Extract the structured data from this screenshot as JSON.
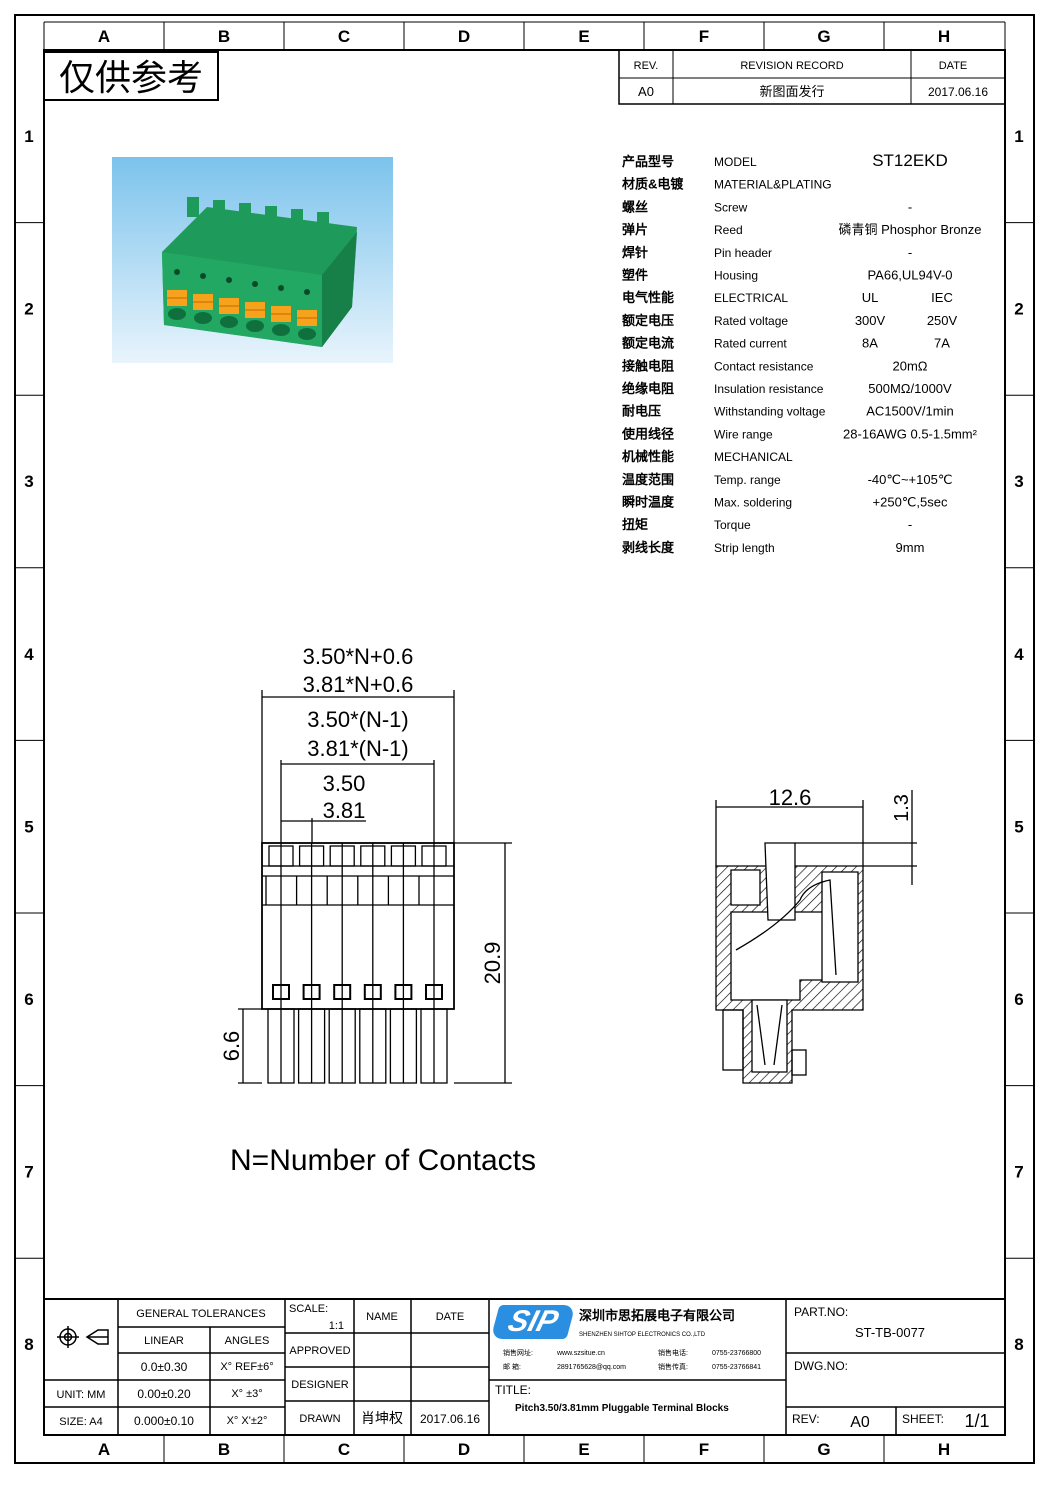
{
  "stamp": "仅供参考",
  "grid": {
    "columns": [
      "A",
      "B",
      "C",
      "D",
      "E",
      "F",
      "G",
      "H"
    ],
    "rows": [
      "1",
      "2",
      "3",
      "4",
      "5",
      "6",
      "7",
      "8"
    ]
  },
  "revision": {
    "headers": {
      "rev": "REV.",
      "record": "REVISION RECORD",
      "date": "DATE"
    },
    "entries": [
      {
        "rev": "A0",
        "record": "新图面发行",
        "date": "2017.06.16"
      }
    ]
  },
  "specs": [
    {
      "cn": "产品型号",
      "en": "MODEL",
      "value": "ST12EKD"
    },
    {
      "cn": "材质&电镀",
      "en": "MATERIAL&PLATING",
      "value": ""
    },
    {
      "cn": "螺丝",
      "en": "Screw",
      "value": "-"
    },
    {
      "cn": "弹片",
      "en": "Reed",
      "value": "磷青铜 Phosphor Bronze"
    },
    {
      "cn": "焊针",
      "en": "Pin header",
      "value": "-"
    },
    {
      "cn": "塑件",
      "en": "Housing",
      "value": "PA66,UL94V-0"
    },
    {
      "cn": "电气性能",
      "en": "ELECTRICAL",
      "ul": "UL",
      "iec": "IEC"
    },
    {
      "cn": "额定电压",
      "en": "Rated voltage",
      "ul": "300V",
      "iec": "250V"
    },
    {
      "cn": "额定电流",
      "en": "Rated current",
      "ul": "8A",
      "iec": "7A"
    },
    {
      "cn": "接触电阻",
      "en": "Contact resistance",
      "value": "20mΩ"
    },
    {
      "cn": "绝缘电阻",
      "en": "Insulation resistance",
      "value": "500MΩ/1000V"
    },
    {
      "cn": "耐电压",
      "en": "Withstanding voltage",
      "value": "AC1500V/1min"
    },
    {
      "cn": "使用线径",
      "en": "Wire range",
      "value": "28-16AWG 0.5-1.5mm²"
    },
    {
      "cn": "机械性能",
      "en": "MECHANICAL",
      "value": ""
    },
    {
      "cn": "温度范围",
      "en": "Temp. range",
      "value": "-40℃~+105℃"
    },
    {
      "cn": "瞬时温度",
      "en": "Max. soldering",
      "value": "+250℃,5sec"
    },
    {
      "cn": "扭矩",
      "en": "Torque",
      "value": "-"
    },
    {
      "cn": "剥线长度",
      "en": "Strip length",
      "value": "9mm"
    }
  ],
  "front_view": {
    "dim_overall_a": "3.50*N+0.6",
    "dim_overall_b": "3.81*N+0.6",
    "dim_span_a": "3.50*(N-1)",
    "dim_span_b": "3.81*(N-1)",
    "dim_pitch_a": "3.50",
    "dim_pitch_b": "3.81",
    "dim_height": "20.9",
    "dim_pin": "6.6",
    "pin_count": 6
  },
  "side_view": {
    "dim_depth": "12.6",
    "dim_offset": "1.3"
  },
  "note": "N=Number of Contacts",
  "title_block": {
    "general_tolerances": "GENERAL TOLERANCES",
    "linear": "LINEAR",
    "angles": "ANGLES",
    "tol": [
      {
        "linear": "0.0±0.30",
        "angle": "X° REF±6°"
      },
      {
        "linear": "0.00±0.20",
        "angle": "X° ±3°"
      },
      {
        "linear": "0.000±0.10",
        "angle": "X° X'±2°"
      }
    ],
    "unit": "UNIT: MM",
    "size": "SIZE: A4",
    "scale_label": "SCALE:",
    "scale_value": "1:1",
    "name_header": "NAME",
    "date_header": "DATE",
    "approved": "APPROVED",
    "designer": "DESIGNER",
    "drawn": "DRAWN",
    "drawn_name": "肖坤权",
    "drawn_date": "2017.06.16",
    "logo": "SIP",
    "company_cn": "深圳市思拓展电子有限公司",
    "company_en": "SHENZHEN SIHTOP ELECTRONICS CO.,LTD",
    "contact": [
      {
        "label": "销售网址:",
        "value": "www.szsitue.cn"
      },
      {
        "label": "邮    箱:",
        "value": "2891765628@qq.com"
      },
      {
        "label": "销售电话:",
        "value": "0755-23766800"
      },
      {
        "label": "销售传真:",
        "value": "0755-23766841"
      }
    ],
    "title_label": "TITLE:",
    "title": "Pitch3.50/3.81mm Pluggable Terminal Blocks",
    "part_no_label": "PART.NO:",
    "part_no": "ST-TB-0077",
    "dwg_no_label": "DWG.NO:",
    "rev_label": "REV:",
    "rev": "A0",
    "sheet_label": "SHEET:",
    "sheet": "1/1"
  }
}
